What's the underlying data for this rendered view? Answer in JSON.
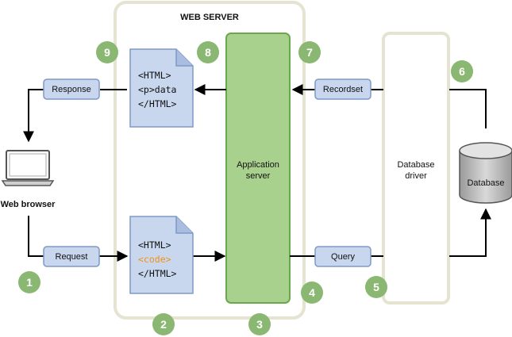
{
  "web_server": {
    "title": "WEB SERVER"
  },
  "app_server": {
    "line1": "Application",
    "line2": "server"
  },
  "db_driver": {
    "line1": "Database",
    "line2": "driver"
  },
  "database": {
    "label": "Database"
  },
  "web_browser": {
    "label": "Web browser"
  },
  "labels": {
    "response": "Response",
    "request": "Request",
    "recordset": "Recordset",
    "query": "Query"
  },
  "doc_output": {
    "line1": "<HTML>",
    "line2": "<p>data",
    "line3": "</HTML>"
  },
  "doc_input": {
    "line1": "<HTML>",
    "line2": "<code>",
    "line3": "</HTML>"
  },
  "steps": [
    "1",
    "2",
    "3",
    "4",
    "5",
    "6",
    "7",
    "8",
    "9"
  ],
  "colors": {
    "server_border": "#e4e4d0",
    "app_server": "#a9d18e",
    "app_server_border": "#6aa84f",
    "label_box": "#c9d7ee",
    "label_border": "#7f99c6",
    "step_circle": "#8ab872",
    "code_highlight": "#f29111"
  }
}
